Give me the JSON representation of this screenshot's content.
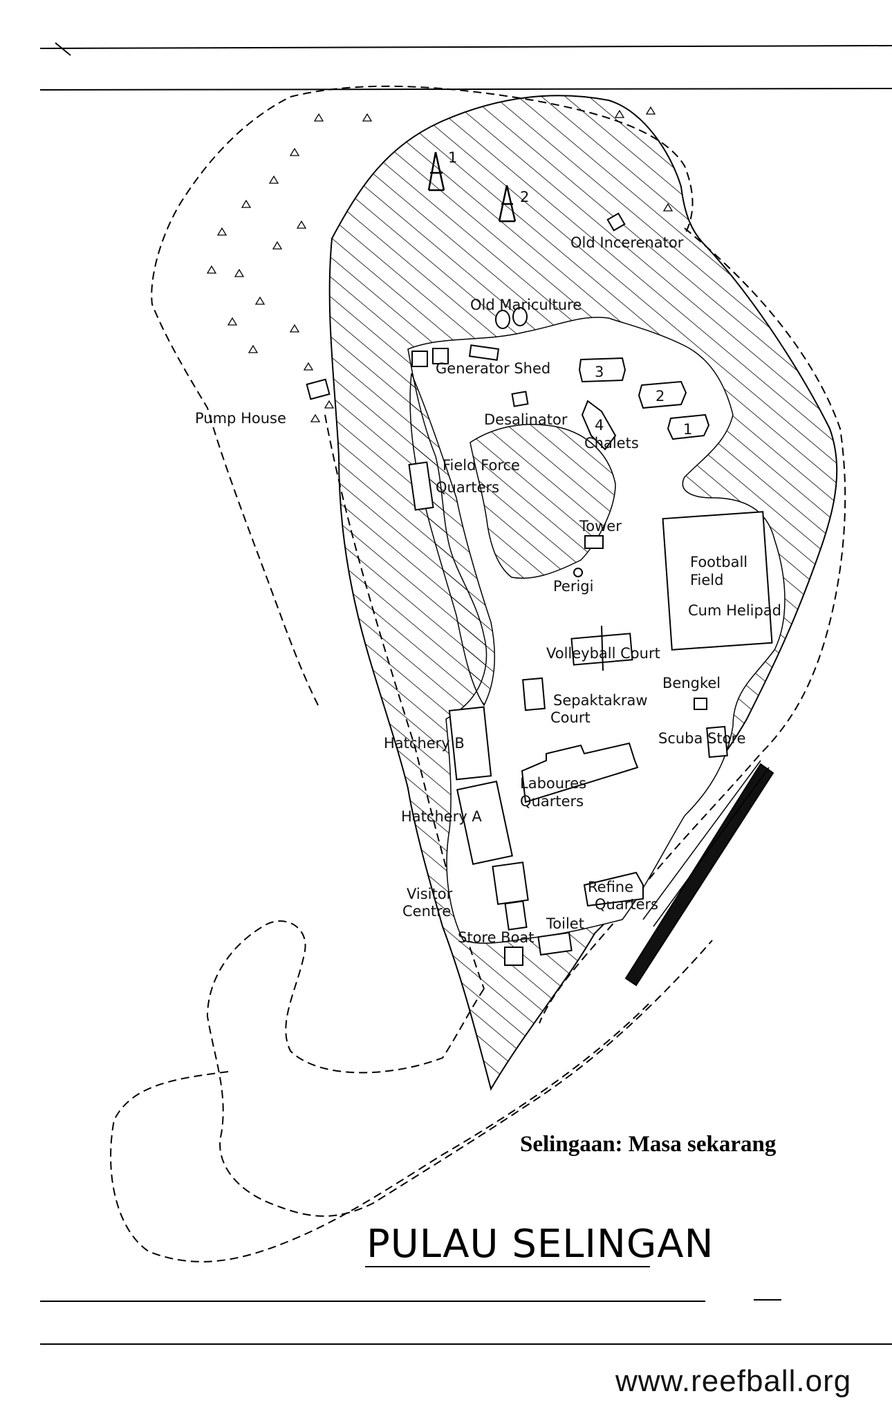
{
  "map": {
    "caption": "Selingaan: Masa sekarang",
    "title": "PULAU SELINGAN",
    "watermark": "www.reefball.org",
    "towers": [
      {
        "name": "tower-1",
        "label": "1"
      },
      {
        "name": "tower-2",
        "label": "2"
      }
    ],
    "labels": {
      "old_incinerator": "Old Incerenator",
      "old_mariculture": "Old Mariculture",
      "generator_shed": "Generator Shed",
      "pump_house": "Pump House",
      "desalinator": "Desalinator",
      "chalets": "Chalets",
      "field_force_1": "Field Force",
      "field_force_2": "Quarters",
      "tower": "Tower",
      "perigi": "Perigi",
      "football_1": "Football",
      "football_2": "Field",
      "football_3": "Cum Helipad",
      "volleyball": "Volleyball Court",
      "bengkel": "Bengkel",
      "sepak_1": "Sepaktakraw",
      "sepak_2": "Court",
      "scuba": "Scuba Store",
      "hatchery_b": "Hatchery B",
      "hatchery_a": "Hatchery A",
      "laboures_1": "Laboures",
      "laboures_2": "Quarters",
      "visitor_1": "Visitor",
      "visitor_2": "Centre",
      "refinery_1": "Refine",
      "refinery_2": "Quarters",
      "toilet": "Toilet",
      "store_boat": "Store Boat"
    },
    "chalets": [
      {
        "name": "chalet-3",
        "label": "3"
      },
      {
        "name": "chalet-2",
        "label": "2"
      },
      {
        "name": "chalet-1",
        "label": "1"
      },
      {
        "name": "chalet-4",
        "label": "4"
      }
    ],
    "colors": {
      "ink": "#000000",
      "paper": "#ffffff"
    }
  }
}
